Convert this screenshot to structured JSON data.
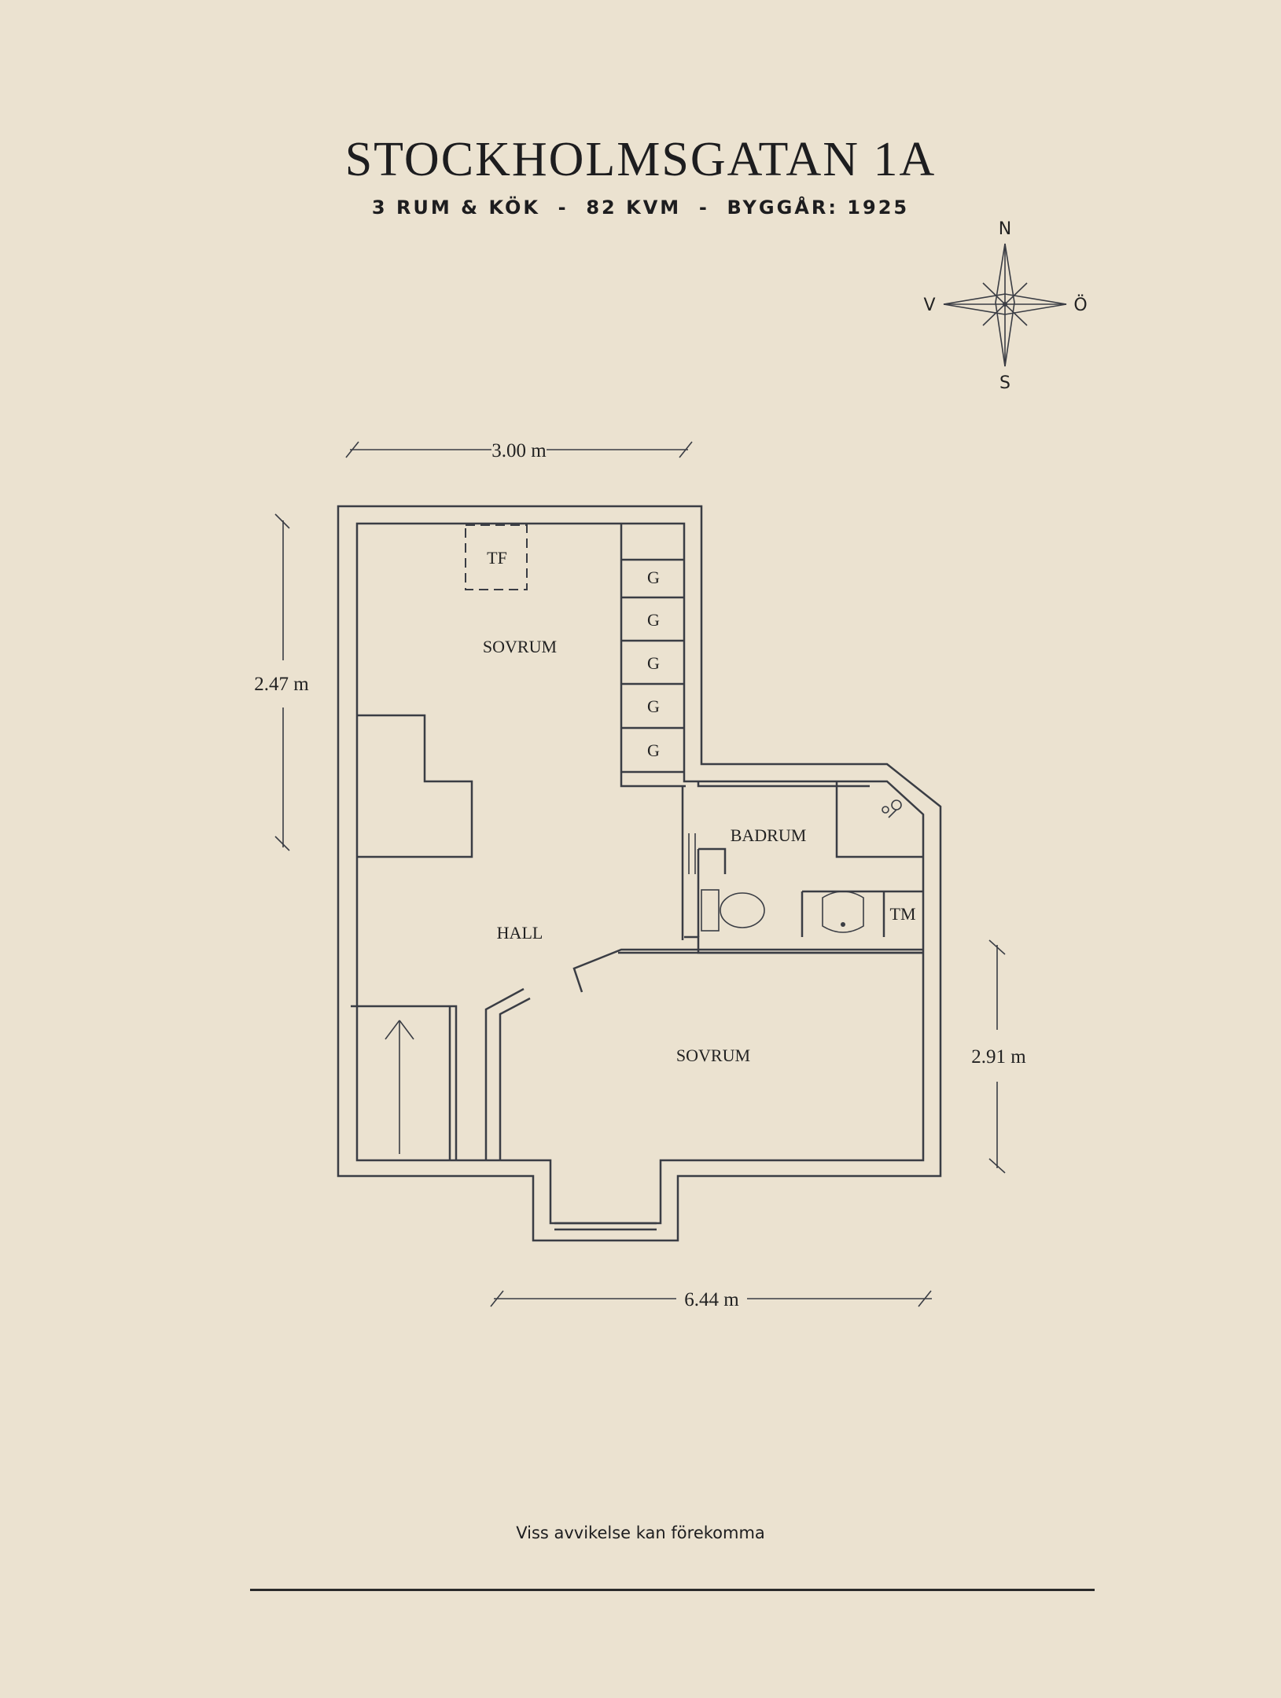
{
  "header": {
    "title": "STOCKHOLMSGATAN 1A",
    "subtitle": "3 RUM & KÖK  -  82 KVM  -  BYGGÅR: 1925"
  },
  "compass": {
    "north": "N",
    "south": "S",
    "east": "Ö",
    "west": "V"
  },
  "rooms": {
    "bedroom_top": "SOVRUM",
    "bedroom_bottom": "SOVRUM",
    "hall": "HALL",
    "bathroom": "BADRUM",
    "tf": "TF",
    "tm": "TM",
    "closet": [
      "G",
      "G",
      "G",
      "G",
      "G"
    ]
  },
  "dimensions": {
    "top": "3.00 m",
    "left": "2.47 m",
    "right": "2.91 m",
    "bottom": "6.44 m"
  },
  "footer": {
    "note": "Viss avvikelse kan förekomma"
  },
  "colors": {
    "background": "#ebe2d0",
    "ink": "#3a3d44"
  }
}
